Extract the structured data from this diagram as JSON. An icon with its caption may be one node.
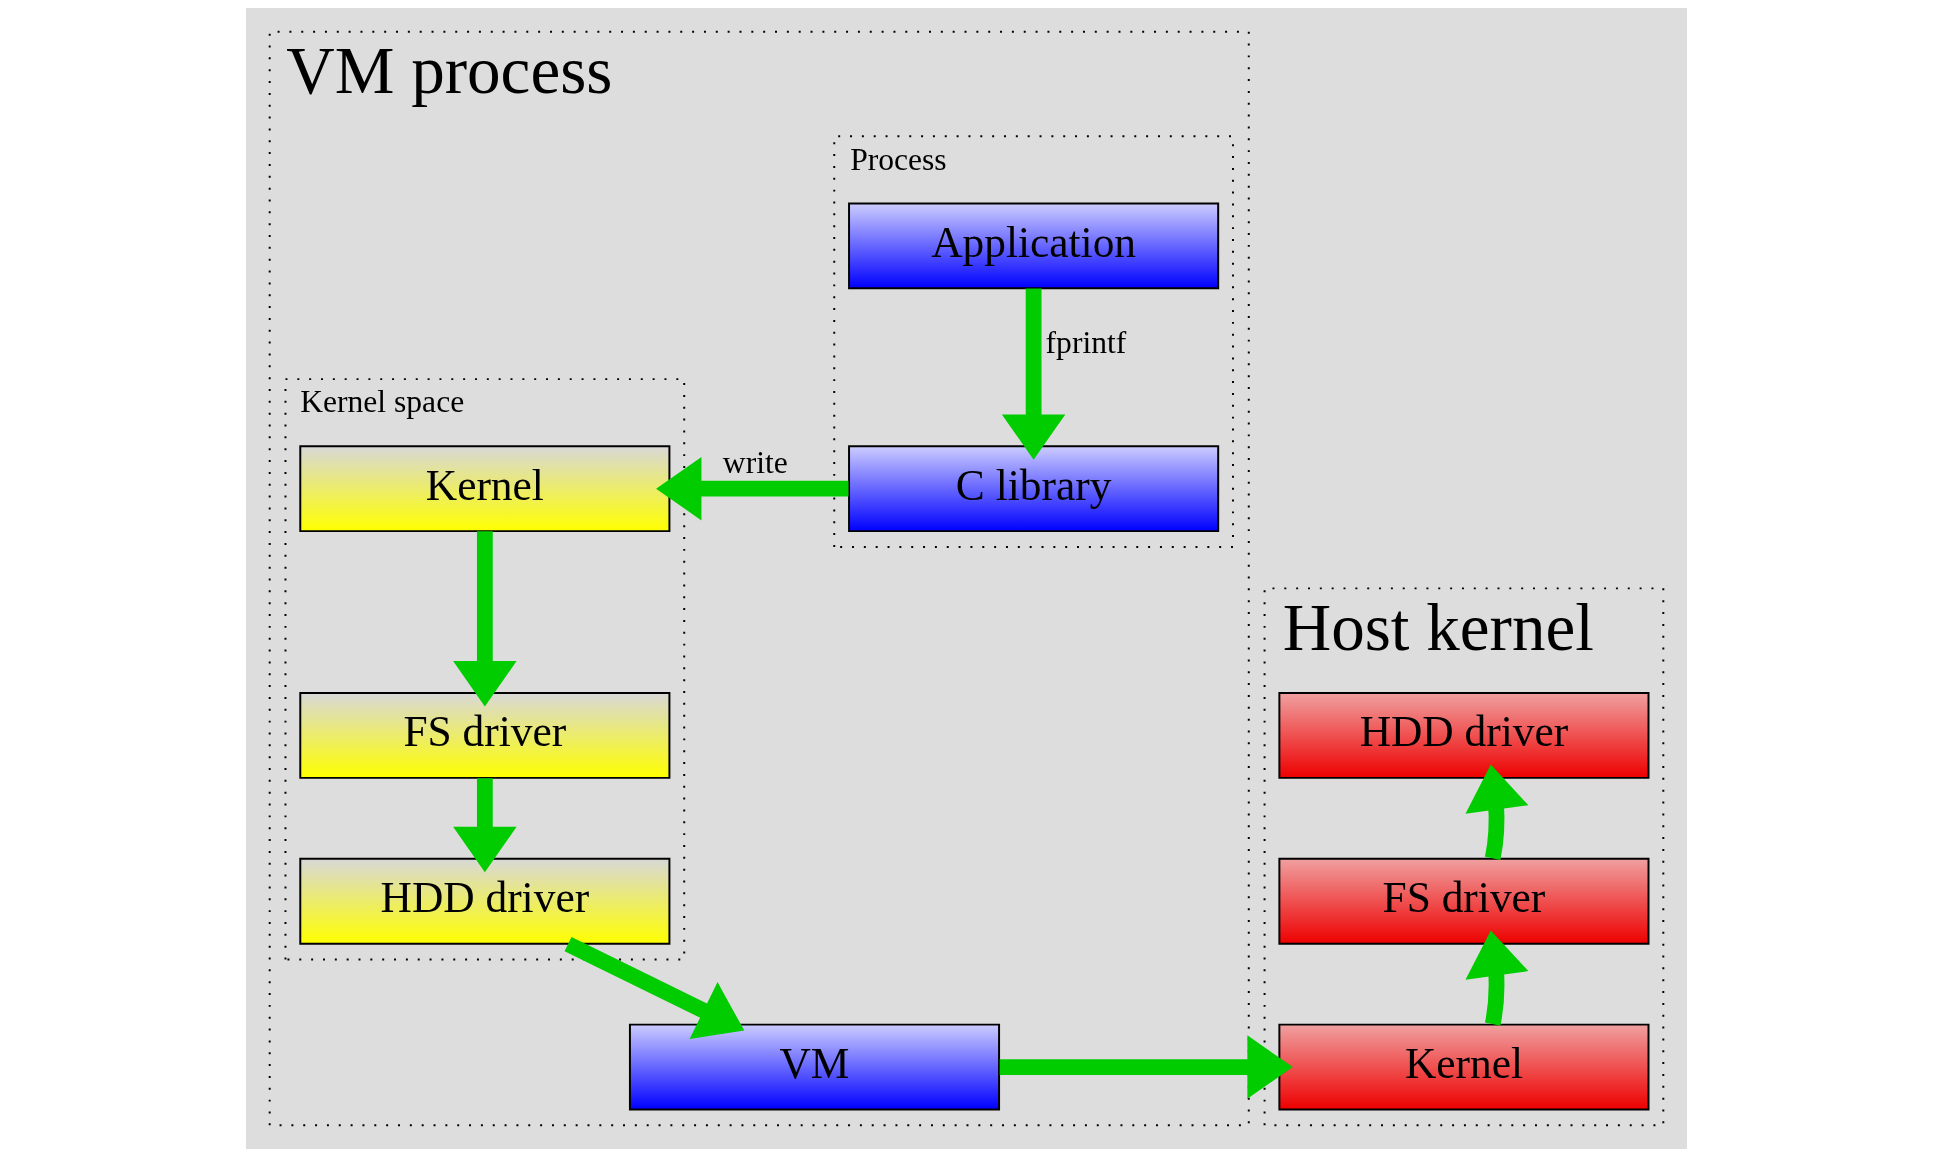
{
  "diagram": {
    "nodes": [
      {
        "text": [
          "VM process"
        ]
      },
      {
        "text": [
          "Process"
        ],
        "in": 0
      },
      {
        "text": [
          "Application"
        ],
        "in": 1
      },
      {
        "text": [
          "C library"
        ],
        "in": 1
      },
      {
        "text": [
          "Kernel space"
        ],
        "in": 0
      },
      {
        "text": [
          "Kernel"
        ],
        "in": 4
      },
      {
        "text": [
          "FS driver"
        ],
        "in": 4
      },
      {
        "text": [
          "HDD driver"
        ],
        "in": 4
      },
      {
        "text": [
          "VM"
        ],
        "in": 0
      },
      {
        "text": [
          "Host kernel"
        ]
      },
      {
        "text": [
          "HDD driver"
        ],
        "in": 9
      },
      {
        "text": [
          "FS driver"
        ],
        "in": 9
      },
      {
        "text": [
          "Kernel"
        ],
        "in": 9
      }
    ],
    "edges": [
      {
        "from": 2,
        "to": 3,
        "arrow": "to",
        "label": "fprintf"
      },
      {
        "from": 3,
        "to": 5,
        "arrow": "to",
        "label": "write"
      },
      {
        "from": 5,
        "to": 6,
        "arrow": "to"
      },
      {
        "from": 6,
        "to": 7,
        "arrow": "to"
      },
      {
        "from": 7,
        "to": 8,
        "arrow": "to"
      },
      {
        "from": 8,
        "to": 12,
        "arrow": "to"
      },
      {
        "from": 12,
        "to": 11,
        "arrow": "to"
      },
      {
        "from": 11,
        "to": 10,
        "arrow": "to"
      }
    ]
  }
}
